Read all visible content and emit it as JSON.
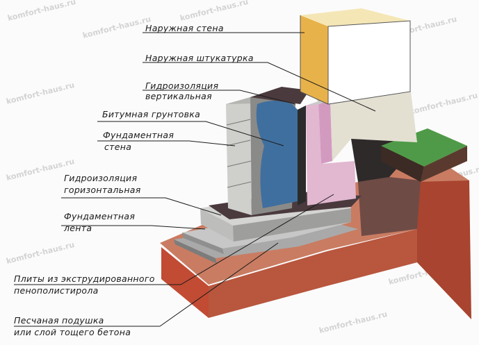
{
  "watermark": "komfort-haus.ru",
  "labels": {
    "outer_wall": "Наружная стена",
    "outer_plaster": "Наружная штукатурка",
    "waterproof_vertical_1": "Гидроизоляция",
    "waterproof_vertical_2": "вертикальная",
    "bitumen_primer": "Битумная грунтовка",
    "foundation_wall_1": "Фундаментная",
    "foundation_wall_2": "стена",
    "waterproof_horizontal_1": "Гидроизоляция",
    "waterproof_horizontal_2": "горизонтальная",
    "foundation_strip_1": "Фундаментная",
    "foundation_strip_2": "лента",
    "xps_boards_1": "Плиты из экструдированного",
    "xps_boards_2": "пенополистирола",
    "sand_cushion_1": "Песчаная подушка",
    "sand_cushion_2": "или слой тощего бетона"
  },
  "colors": {
    "wall_face": "#e8b24a",
    "plaster": "#ece9dc",
    "bitumen": "#4a3a3e",
    "waterproofing_blue": "#3f6f9e",
    "foundation_concrete": "#c9c9c6",
    "xps_pink": "#e2b7d0",
    "soil": "#b8563e",
    "grass": "#4f9a48",
    "ink": "#1a1a1a"
  }
}
